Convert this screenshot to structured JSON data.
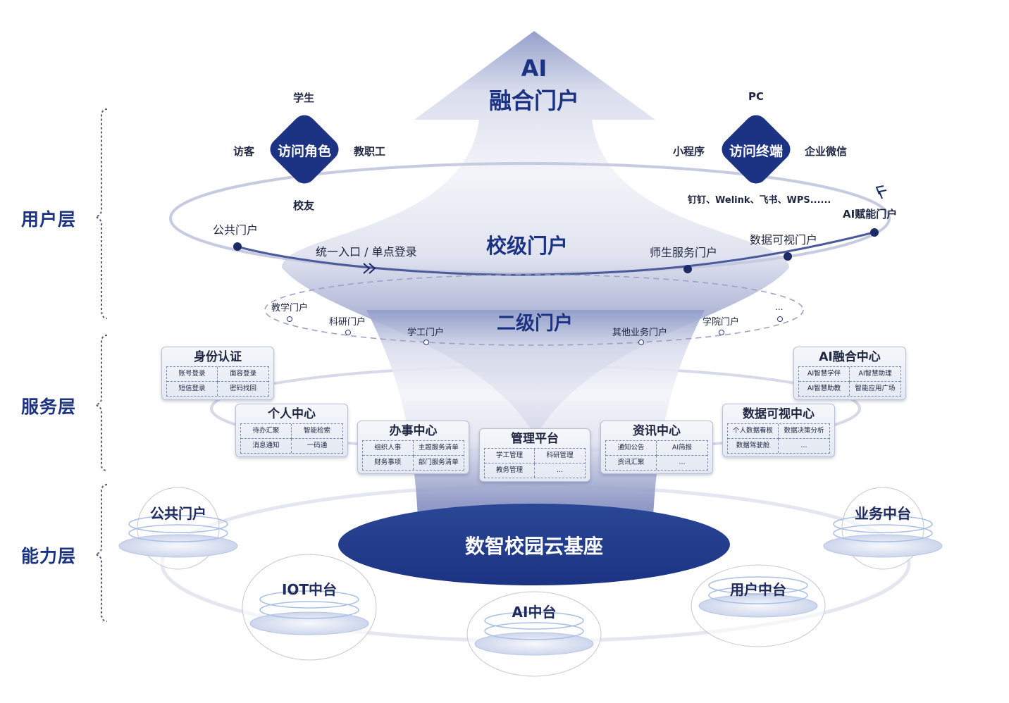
{
  "colors": {
    "primary": "#1c3383",
    "text": "#1e2540",
    "light": "#dfe3ef"
  },
  "layers": [
    {
      "label": "用户层"
    },
    {
      "label": "服务层"
    },
    {
      "label": "能力层"
    }
  ],
  "top_arrow": {
    "line1": "AI",
    "line2": "融合门户"
  },
  "access_roles": {
    "center": "访问角色",
    "top": "学生",
    "left": "访客",
    "right": "教职工",
    "bottom": "校友"
  },
  "access_terminals": {
    "center": "访问终端",
    "top": "PC",
    "left": "小程序",
    "right": "企业微信",
    "bottom": "钉钉、Welink、飞书、WPS......"
  },
  "school_portal": {
    "title": "校级门户",
    "entry": "统一入口 / 单点登录",
    "nodes": [
      "公共门户",
      "师生服务门户",
      "数据可视门户",
      "AI赋能门户"
    ]
  },
  "secondary_portal": {
    "title": "二级门户",
    "nodes": [
      "教学门户",
      "科研门户",
      "学工门户",
      "其他业务门户",
      "学院门户",
      "..."
    ]
  },
  "service_cards": [
    {
      "title": "身份认证",
      "items": [
        "账号登录",
        "面容登录",
        "短信登录",
        "密码找回"
      ]
    },
    {
      "title": "个人中心",
      "items": [
        "待办汇聚",
        "智能检索",
        "消息通知",
        "一码通"
      ]
    },
    {
      "title": "办事中心",
      "items": [
        "组织人事",
        "主题服务清单",
        "财务事项",
        "部门服务清单"
      ]
    },
    {
      "title": "管理平台",
      "items": [
        "学工管理",
        "科研管理",
        "教务管理",
        "..."
      ]
    },
    {
      "title": "资讯中心",
      "items": [
        "通知公告",
        "AI简报",
        "资讯汇聚",
        "..."
      ]
    },
    {
      "title": "数据可视中心",
      "items": [
        "个人数据看板",
        "数据决策分析",
        "数据驾驶舱",
        "..."
      ]
    },
    {
      "title": "AI融合中心",
      "items": [
        "AI智慧学伴",
        "AI智慧助理",
        "AI智慧助教",
        "智能应用广场"
      ]
    }
  ],
  "base": {
    "title": "数智校园云基座"
  },
  "capabilities": [
    "公共门户",
    "IOT中台",
    "AI中台",
    "用户中台",
    "业务中台"
  ]
}
